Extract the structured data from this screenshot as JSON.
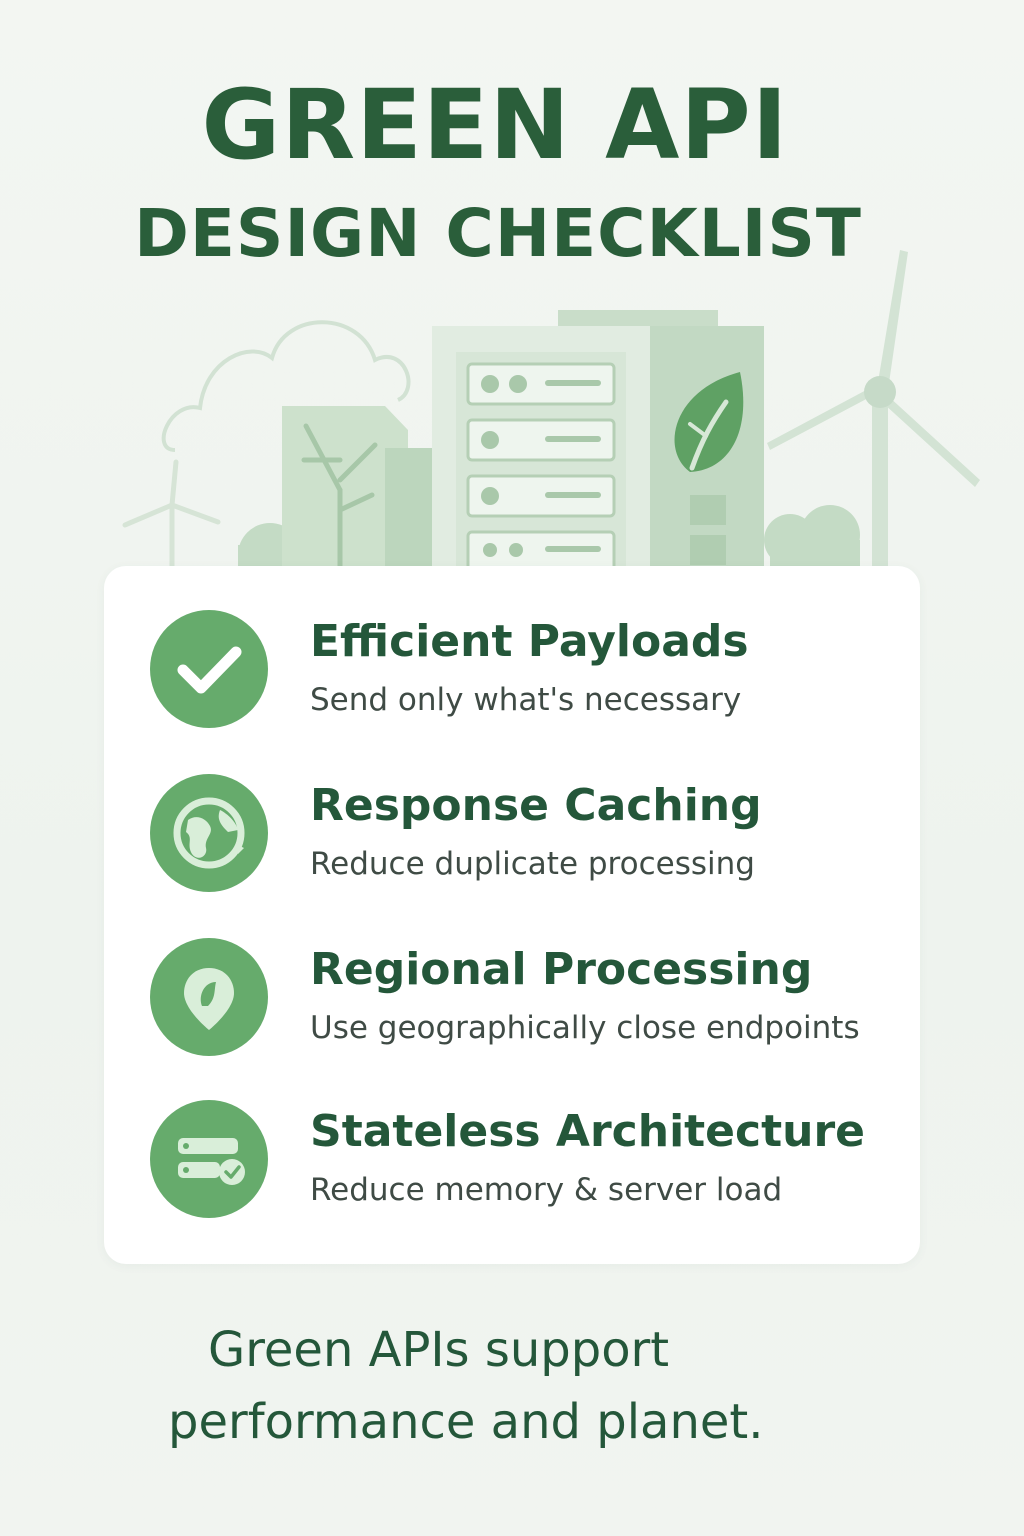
{
  "header": {
    "title": "GREEN API",
    "subtitle": "DESIGN CHECKLIST"
  },
  "illustration": {
    "icons": [
      "cloud-icon",
      "plant-building-icon",
      "server-rack-icon",
      "leaf-icon",
      "wind-turbine-icon"
    ]
  },
  "checklist": {
    "items": [
      {
        "icon": "checkmark-icon",
        "title": "Efficient Payloads",
        "description": "Send only what's necessary"
      },
      {
        "icon": "globe-icon",
        "title": "Response Caching",
        "description": "Reduce duplicate processing"
      },
      {
        "icon": "location-pin-icon",
        "title": "Regional Processing",
        "description": "Use geographically close endpoints"
      },
      {
        "icon": "server-check-icon",
        "title": "Stateless Architecture",
        "description": "Reduce memory & server load"
      }
    ]
  },
  "footer": {
    "line1": "Green APIs support",
    "line2": "performance and planet."
  },
  "colors": {
    "primary_text": "#2a5e3a",
    "icon_circle": "#66ab6c",
    "background": "#f1f5f0",
    "card": "#ffffff"
  }
}
